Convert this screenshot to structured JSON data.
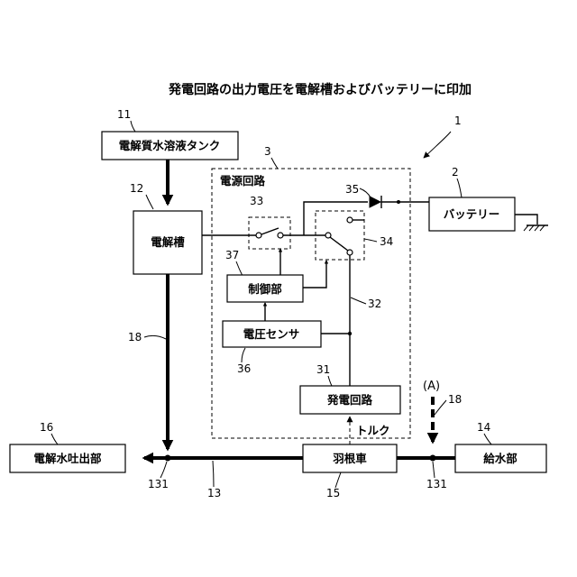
{
  "title": "発電回路の出力電圧を電解槽およびバッテリーに印加",
  "refs": {
    "system": "1",
    "battery": "2",
    "power_circuit": "3",
    "tank": "11",
    "electrolyzer": "12",
    "main_pipe": "13",
    "supply": "14",
    "impeller": "15",
    "outlet": "16",
    "branch_pipe_a": "18",
    "branch_pipe_b": "18",
    "generator": "31",
    "line_32": "32",
    "switch_33": "33",
    "switch_34": "34",
    "diode": "35",
    "sensor": "36",
    "controller": "37",
    "junction_left": "131",
    "junction_right": "131"
  },
  "labels": {
    "tank": "電解質水溶液タンク",
    "electrolyzer": "電解槽",
    "power_circuit": "電源回路",
    "battery": "バッテリー",
    "controller": "制御部",
    "sensor": "電圧センサ",
    "generator": "発電回路",
    "impeller": "羽根車",
    "supply": "給水部",
    "outlet": "電解水吐出部",
    "torque": "トルク",
    "annotation_a": "(A)"
  }
}
